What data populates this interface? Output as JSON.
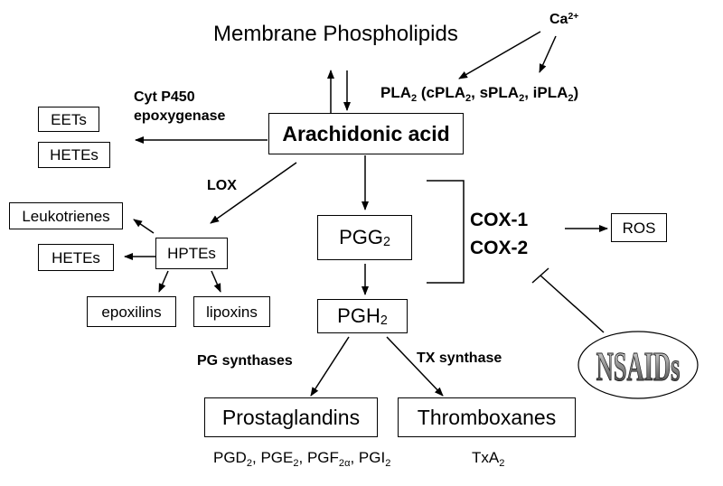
{
  "membrane": "Membrane Phospholipids",
  "calcium": {
    "base": "Ca",
    "charge": "2+"
  },
  "pla2": {
    "p1": "PLA",
    "s1": "2",
    "p2": " (cPLA",
    "s2": "2",
    "p3": ", sPLA",
    "s3": "2",
    "p4": ", iPLA",
    "s4": "2",
    "p5": ")"
  },
  "cyp": {
    "line1": "Cyt P450",
    "line2": "epoxygenase"
  },
  "eets": "EETs",
  "hetes_top": "HETEs",
  "arachidonic": "Arachidonic acid",
  "lox": "LOX",
  "leukotrienes": "Leukotrienes",
  "hpetes": "HPTEs",
  "hetes_mid": "HETEs",
  "epoxilins": "epoxilins",
  "lipoxins": "lipoxins",
  "pgg2": {
    "base": "PGG",
    "sub": "2"
  },
  "pgh2": {
    "base": "PGH",
    "sub": "2"
  },
  "cox1": "COX-1",
  "cox2": "COX-2",
  "ros": "ROS",
  "nsaids": "NSAIDs",
  "pg_synthases": "PG synthases",
  "tx_synthase": "TX synthase",
  "prostaglandins": "Prostaglandins",
  "thromboxanes": "Thromboxanes",
  "pg_list": {
    "a": "PGD",
    "as": "2",
    "b": ", PGE",
    "bs": "2",
    "c": ", PGF",
    "cs": "2α",
    "d": ", PGI",
    "ds": "2"
  },
  "txa2": {
    "base": "TxA",
    "sub": "2"
  }
}
